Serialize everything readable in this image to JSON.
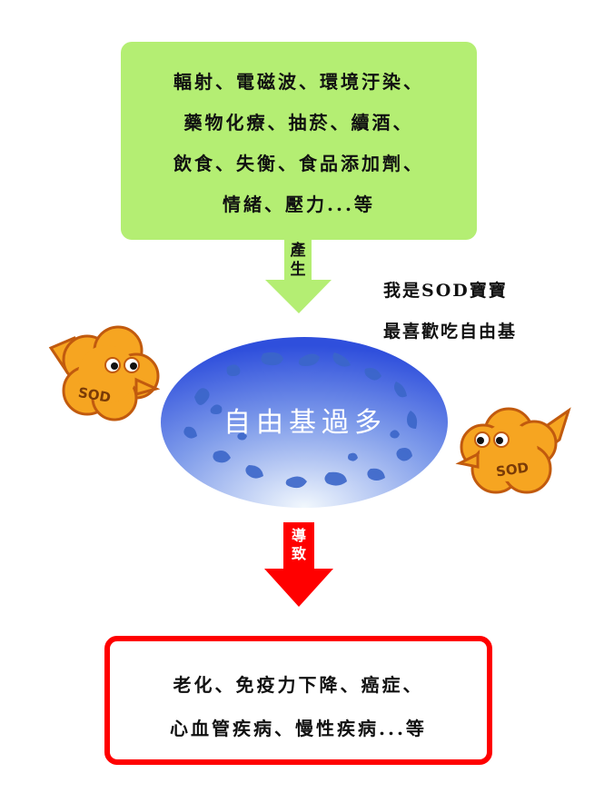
{
  "causes": {
    "lines": [
      "輻射、電磁波、環境汙染、",
      "藥物化療、抽菸、續酒、",
      "飲食、失衡、食品添加劑、",
      "情緒、壓力...等"
    ]
  },
  "arrow_produce": {
    "label_1": "產",
    "label_2": "生"
  },
  "speech": {
    "line_1": "我是SOD寶寶",
    "line_2": "最喜歡吃自由基"
  },
  "center": {
    "text": "自由基過多"
  },
  "mascots": {
    "left_text": "SOD",
    "right_text": "SOD"
  },
  "arrow_lead": {
    "label_1": "導",
    "label_2": "致"
  },
  "results": {
    "lines": [
      "老化、免疫力下降、癌症、",
      "心血管疾病、慢性疾病...等"
    ]
  },
  "colors": {
    "cause_box": "#b4ee73",
    "produce_arrow": "#b4ee73",
    "lead_arrow": "#ff0000",
    "result_border": "#ff0000",
    "ellipse_top": "#3f63e0",
    "ellipse_bottom": "#eaf3fb",
    "mascot": "#f6a521"
  }
}
